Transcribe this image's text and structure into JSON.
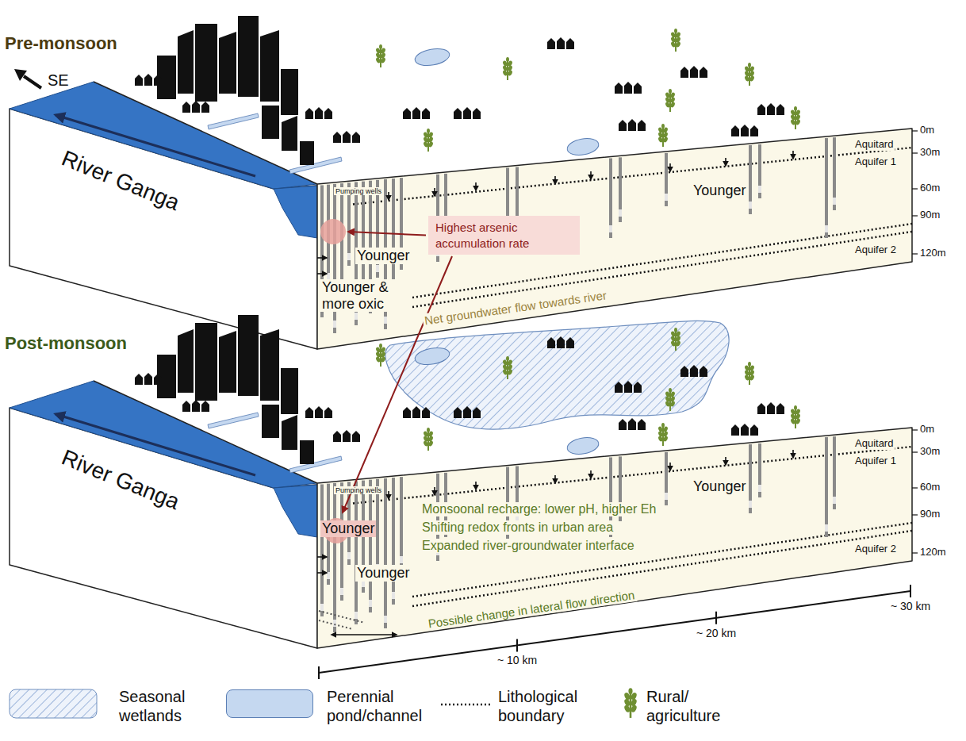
{
  "diagram": {
    "nodes": [
      {
        "text": [
          "Highest arsenic accumulation rate"
        ]
      }
    ],
    "labels": [
      "Pre-monsoon",
      "SE",
      "River Ganga",
      "Pumping wells",
      "Younger",
      "Younger & more oxic",
      "Net groundwater flow towards river",
      "Younger",
      "0m",
      "30m",
      "60m",
      "90m",
      "120m",
      "Aquitard",
      "Aquifer 1",
      "Aquifer 2",
      "Post-monsoon",
      "River Ganga",
      "Pumping wells",
      "Younger",
      "Younger",
      "Monsoonal recharge: lower pH, higher Eh",
      "Shifting redox fronts in urban area",
      "Expanded river-groundwater interface",
      "Possible change in lateral flow direction",
      "Younger",
      "0m",
      "30m",
      "60m",
      "90m",
      "120m",
      "Aquitard",
      "Aquifer 1",
      "Aquifer 2",
      "~ 10 km",
      "~ 20 km",
      "~ 30 km"
    ],
    "legend": [
      {
        "text": "Seasonal wetlands"
      },
      {
        "text": "Perennial pond/channel",
        "color": "#c5d8f0"
      },
      {
        "text": "Lithological boundary"
      },
      {
        "text": "Rural/ agriculture"
      }
    ]
  }
}
